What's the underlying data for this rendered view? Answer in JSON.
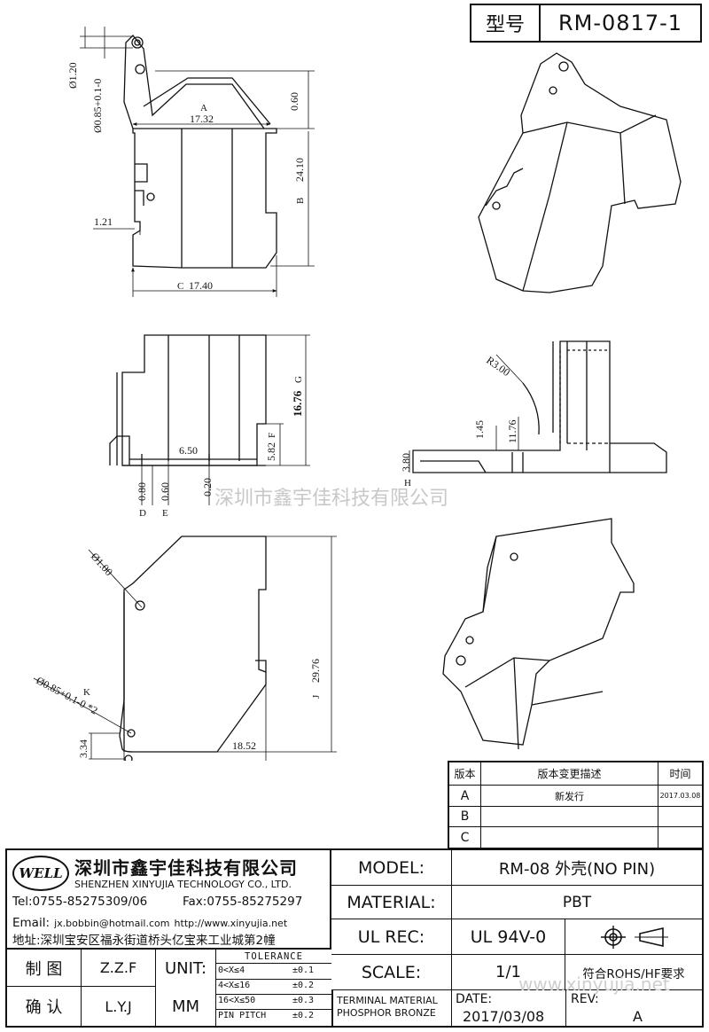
{
  "header": {
    "model_label": "型号",
    "model_number": "RM-0817-1"
  },
  "dimensions": {
    "top": {
      "d_a": "Ø1.20",
      "d_b": "Ø0.85+0.1-0",
      "marker_a": "A",
      "width_a": "17.32",
      "offset": "0.60",
      "marker_b": "B",
      "height_b": "24.10",
      "pin_offset": "1.21",
      "marker_c": "C",
      "width_c": "17.40"
    },
    "side": {
      "height_g": "16.76",
      "marker_g": "G",
      "gap": "6.50",
      "h_f": "5.82",
      "marker_f": "F",
      "d1": "0.80",
      "d2": "0.60",
      "d3": "0.20",
      "marker_d": "D",
      "marker_e": "E"
    },
    "section": {
      "radius": "R3.00",
      "h1": "1.45",
      "h2": "11.76",
      "h3": "3.80",
      "marker_h": "H"
    },
    "bottom": {
      "hole_1": "Ø1.00",
      "hole_2": "Ø0.85+0.1-0  *2",
      "marker_k": "K",
      "h": "3.34",
      "w": "18.52",
      "height_j": "29.76",
      "marker_j": "J"
    }
  },
  "watermark_center": "深圳市鑫宇佳科技有限公司",
  "watermark_corner": "www.xinyujia.net",
  "revision_table": {
    "headers": [
      "版本",
      "版本变更描述",
      "时间"
    ],
    "rows": [
      {
        "version": "A",
        "desc": "新发行",
        "date": "2017.03.08"
      },
      {
        "version": "B",
        "desc": "",
        "date": ""
      },
      {
        "version": "C",
        "desc": "",
        "date": ""
      }
    ]
  },
  "company": {
    "logo_text": "WELL",
    "name_cn": "深圳市鑫宇佳科技有限公司",
    "name_en": "SHENZHEN XINYUJIA TECHNOLOGY CO., LTD.",
    "tel": "Tel:0755-85275309/06",
    "fax": "Fax:0755-85275297",
    "email_label": "Email:",
    "email": "jx.bobbin@hotmail.com",
    "website": "http://www.xinyujia.net",
    "address": "地址:深圳宝安区福永街道桥头亿宝来工业城第2幢"
  },
  "title_block": {
    "model_label": "MODEL:",
    "model_value": "RM-08 外壳(NO PIN)",
    "material_label": "MATERIAL:",
    "material_value": "PBT",
    "ul_label": "UL REC:",
    "ul_value": "UL 94V-0",
    "scale_label": "SCALE:",
    "scale_value": "1/1",
    "compliance": "符合ROHS/HF要求",
    "drawn_label": "制 图",
    "drawn_by": "Z.Z.F",
    "checked_label": "确 认",
    "checked_by": "L.Y.J",
    "unit_label": "UNIT:",
    "unit_value": "MM",
    "tolerance_title": "TOLERANCE",
    "tolerances": [
      {
        "range": "0<X≤4",
        "value": "±0.1"
      },
      {
        "range": "4<X≤16",
        "value": "±0.2"
      },
      {
        "range": "16<X≤50",
        "value": "±0.3"
      },
      {
        "range": "PIN PITCH",
        "value": "±0.2"
      }
    ],
    "terminal_line1": "TERMINAL MATERIAL",
    "terminal_line2": "PHOSPHOR BRONZE",
    "date_label": "DATE:",
    "date_value": "2017/03/08",
    "rev_label": "REV:",
    "rev_value": "A"
  }
}
